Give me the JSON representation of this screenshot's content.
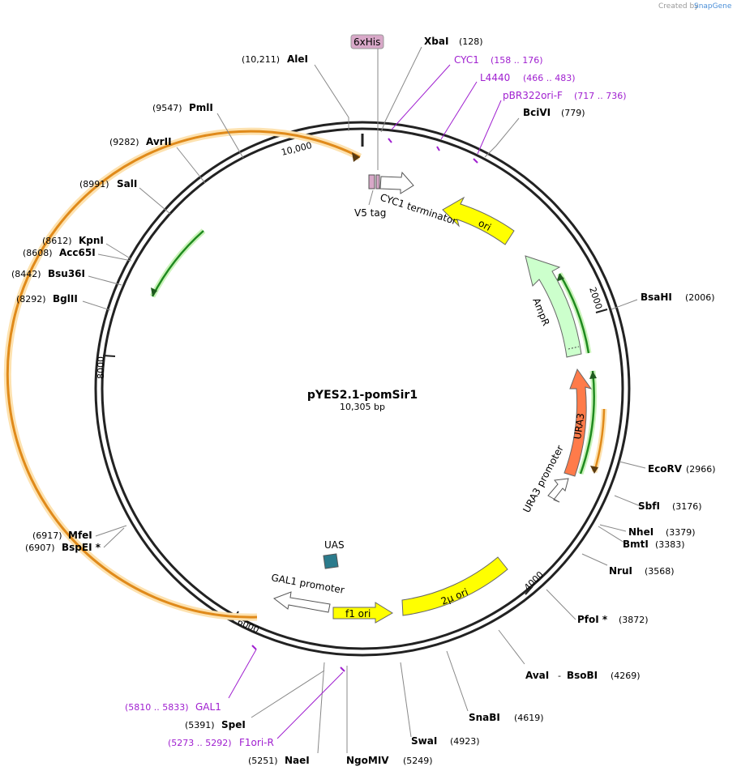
{
  "credit": {
    "created_by": "Created by",
    "brand": "SnapGene"
  },
  "plasmid": {
    "name": "pYES2.1-pomSir1",
    "length_label": "10,305 bp",
    "length_bp": 10305
  },
  "ticks": [
    {
      "bp": 10000,
      "label": "10,000"
    },
    {
      "bp": 2000,
      "label": "2000"
    },
    {
      "bp": 4000,
      "label": "4000"
    },
    {
      "bp": 6000,
      "label": "6000"
    },
    {
      "bp": 8000,
      "label": "8000"
    }
  ],
  "sites": [
    {
      "name": "AleI",
      "pos": "(10,211)"
    },
    {
      "name": "XbaI",
      "pos": "(128)"
    },
    {
      "name": "PmlI",
      "pos": "(9547)"
    },
    {
      "name": "BciVI",
      "pos": "(779)"
    },
    {
      "name": "AvrII",
      "pos": "(9282)"
    },
    {
      "name": "SalI",
      "pos": "(8991)"
    },
    {
      "name": "KpnI",
      "pos": "(8612)"
    },
    {
      "name": "Acc65I",
      "pos": "(8608)"
    },
    {
      "name": "Bsu36I",
      "pos": "(8442)"
    },
    {
      "name": "BglII",
      "pos": "(8292)"
    },
    {
      "name": "BsaHI",
      "pos": "(2006)"
    },
    {
      "name": "EcoRV",
      "pos": "(2966)"
    },
    {
      "name": "SbfI",
      "pos": "(3176)"
    },
    {
      "name": "NheI",
      "pos": "(3379)"
    },
    {
      "name": "BmtI",
      "pos": "(3383)"
    },
    {
      "name": "NruI",
      "pos": "(3568)"
    },
    {
      "name": "PfoI *",
      "pos": "(3872)"
    },
    {
      "name": "AvaI",
      "pos": "(4269)"
    },
    {
      "name": "BsoBI",
      "pos": ""
    },
    {
      "name": "SnaBI",
      "pos": "(4619)"
    },
    {
      "name": "SwaI",
      "pos": "(4923)"
    },
    {
      "name": "NgoMIV",
      "pos": "(5249)"
    },
    {
      "name": "NaeI",
      "pos": "(5251)"
    },
    {
      "name": "SpeI",
      "pos": "(5391)"
    },
    {
      "name": "MfeI",
      "pos": "(6917)"
    },
    {
      "name": "BspEI *",
      "pos": "(6907)"
    }
  ],
  "avai_dash": "-",
  "primers": [
    {
      "name": "CYC1",
      "range": "(158 .. 176)"
    },
    {
      "name": "L4440",
      "range": "(466 .. 483)"
    },
    {
      "name": "pBR322ori-F",
      "range": "(717 .. 736)"
    },
    {
      "name": "GAL1",
      "range": "(5810 .. 5833)"
    },
    {
      "name": "F1ori-R",
      "range": "(5273 .. 5292)"
    }
  ],
  "features": {
    "six_his": "6xHis",
    "v5_tag": "V5 tag",
    "cyc1_terminator": "CYC1 terminator",
    "ori": "ori",
    "ampr": "AmpR",
    "ura3": "URA3",
    "ura3_promoter": "URA3 promoter",
    "two_micron_ori": "2μ ori",
    "f1_ori": "f1 ori",
    "gal1_promoter": "GAL1 promoter",
    "uas": "UAS"
  },
  "colors": {
    "ori": "#ffff00",
    "ampr": "#ccffcc",
    "ura3": "#ff7b4a",
    "uas": "#2b7b8c",
    "tag": "#d8a8c8",
    "primer": "#a020d0",
    "orf_fill": "#f5a623",
    "orf_green": "#1f8a1f"
  }
}
